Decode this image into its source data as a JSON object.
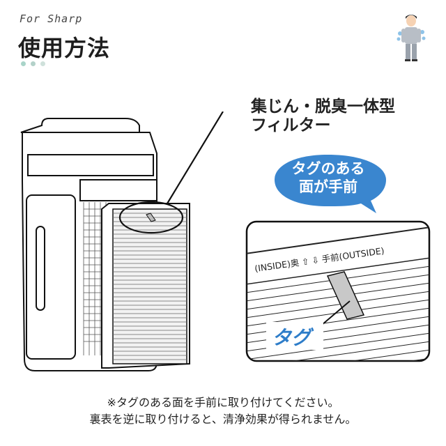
{
  "header": {
    "brand": "For Sharp",
    "title": "使用方法",
    "dots": [
      "#a9d4c9",
      "#b3d1c9",
      "#cfe1db"
    ]
  },
  "mascot": {
    "icon": "person-cooling-illustration"
  },
  "illustration": {
    "filter_label_line1": "集じん・脱臭一体型",
    "filter_label_line2": "フィルター",
    "bubble_line1": "タグのある",
    "bubble_line2": "面が手前",
    "bubble_color": "#3a86cf",
    "detail_marking": "(INSIDE)奥 ⇧ ⇩ 手前(OUTSIDE)",
    "detail_tag_label": "タグ",
    "tag_label_color": "#2e7dc9"
  },
  "footer": {
    "note_line1": "※タグのある面を手前に取り付けてください。",
    "note_line2": "裏表を逆に取り付けると、清浄効果が得られません。"
  }
}
